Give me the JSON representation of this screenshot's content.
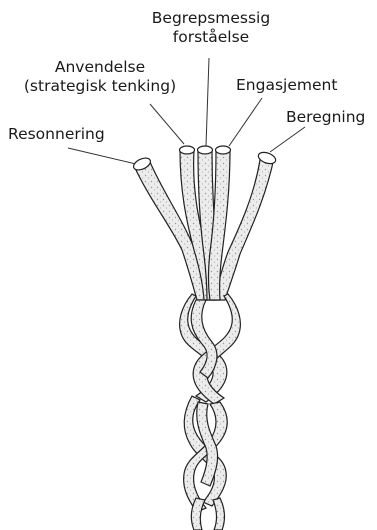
{
  "diagram": {
    "strands": [
      {
        "id": "begrepsmessig",
        "label_lines": [
          "Begrepsmessig",
          "forståelse"
        ]
      },
      {
        "id": "anvendelse",
        "label_lines": [
          "Anvendelse",
          "(strategisk tenking)"
        ]
      },
      {
        "id": "engasjement",
        "label_lines": [
          "Engasjement"
        ]
      },
      {
        "id": "resonnering",
        "label_lines": [
          "Resonnering"
        ]
      },
      {
        "id": "beregning",
        "label_lines": [
          "Beregning"
        ]
      }
    ],
    "colors": {
      "rope_fill": "#e6e6e6",
      "rope_outline": "#222222",
      "leader_line": "#333333",
      "label_text": "#1a1a1a"
    }
  }
}
